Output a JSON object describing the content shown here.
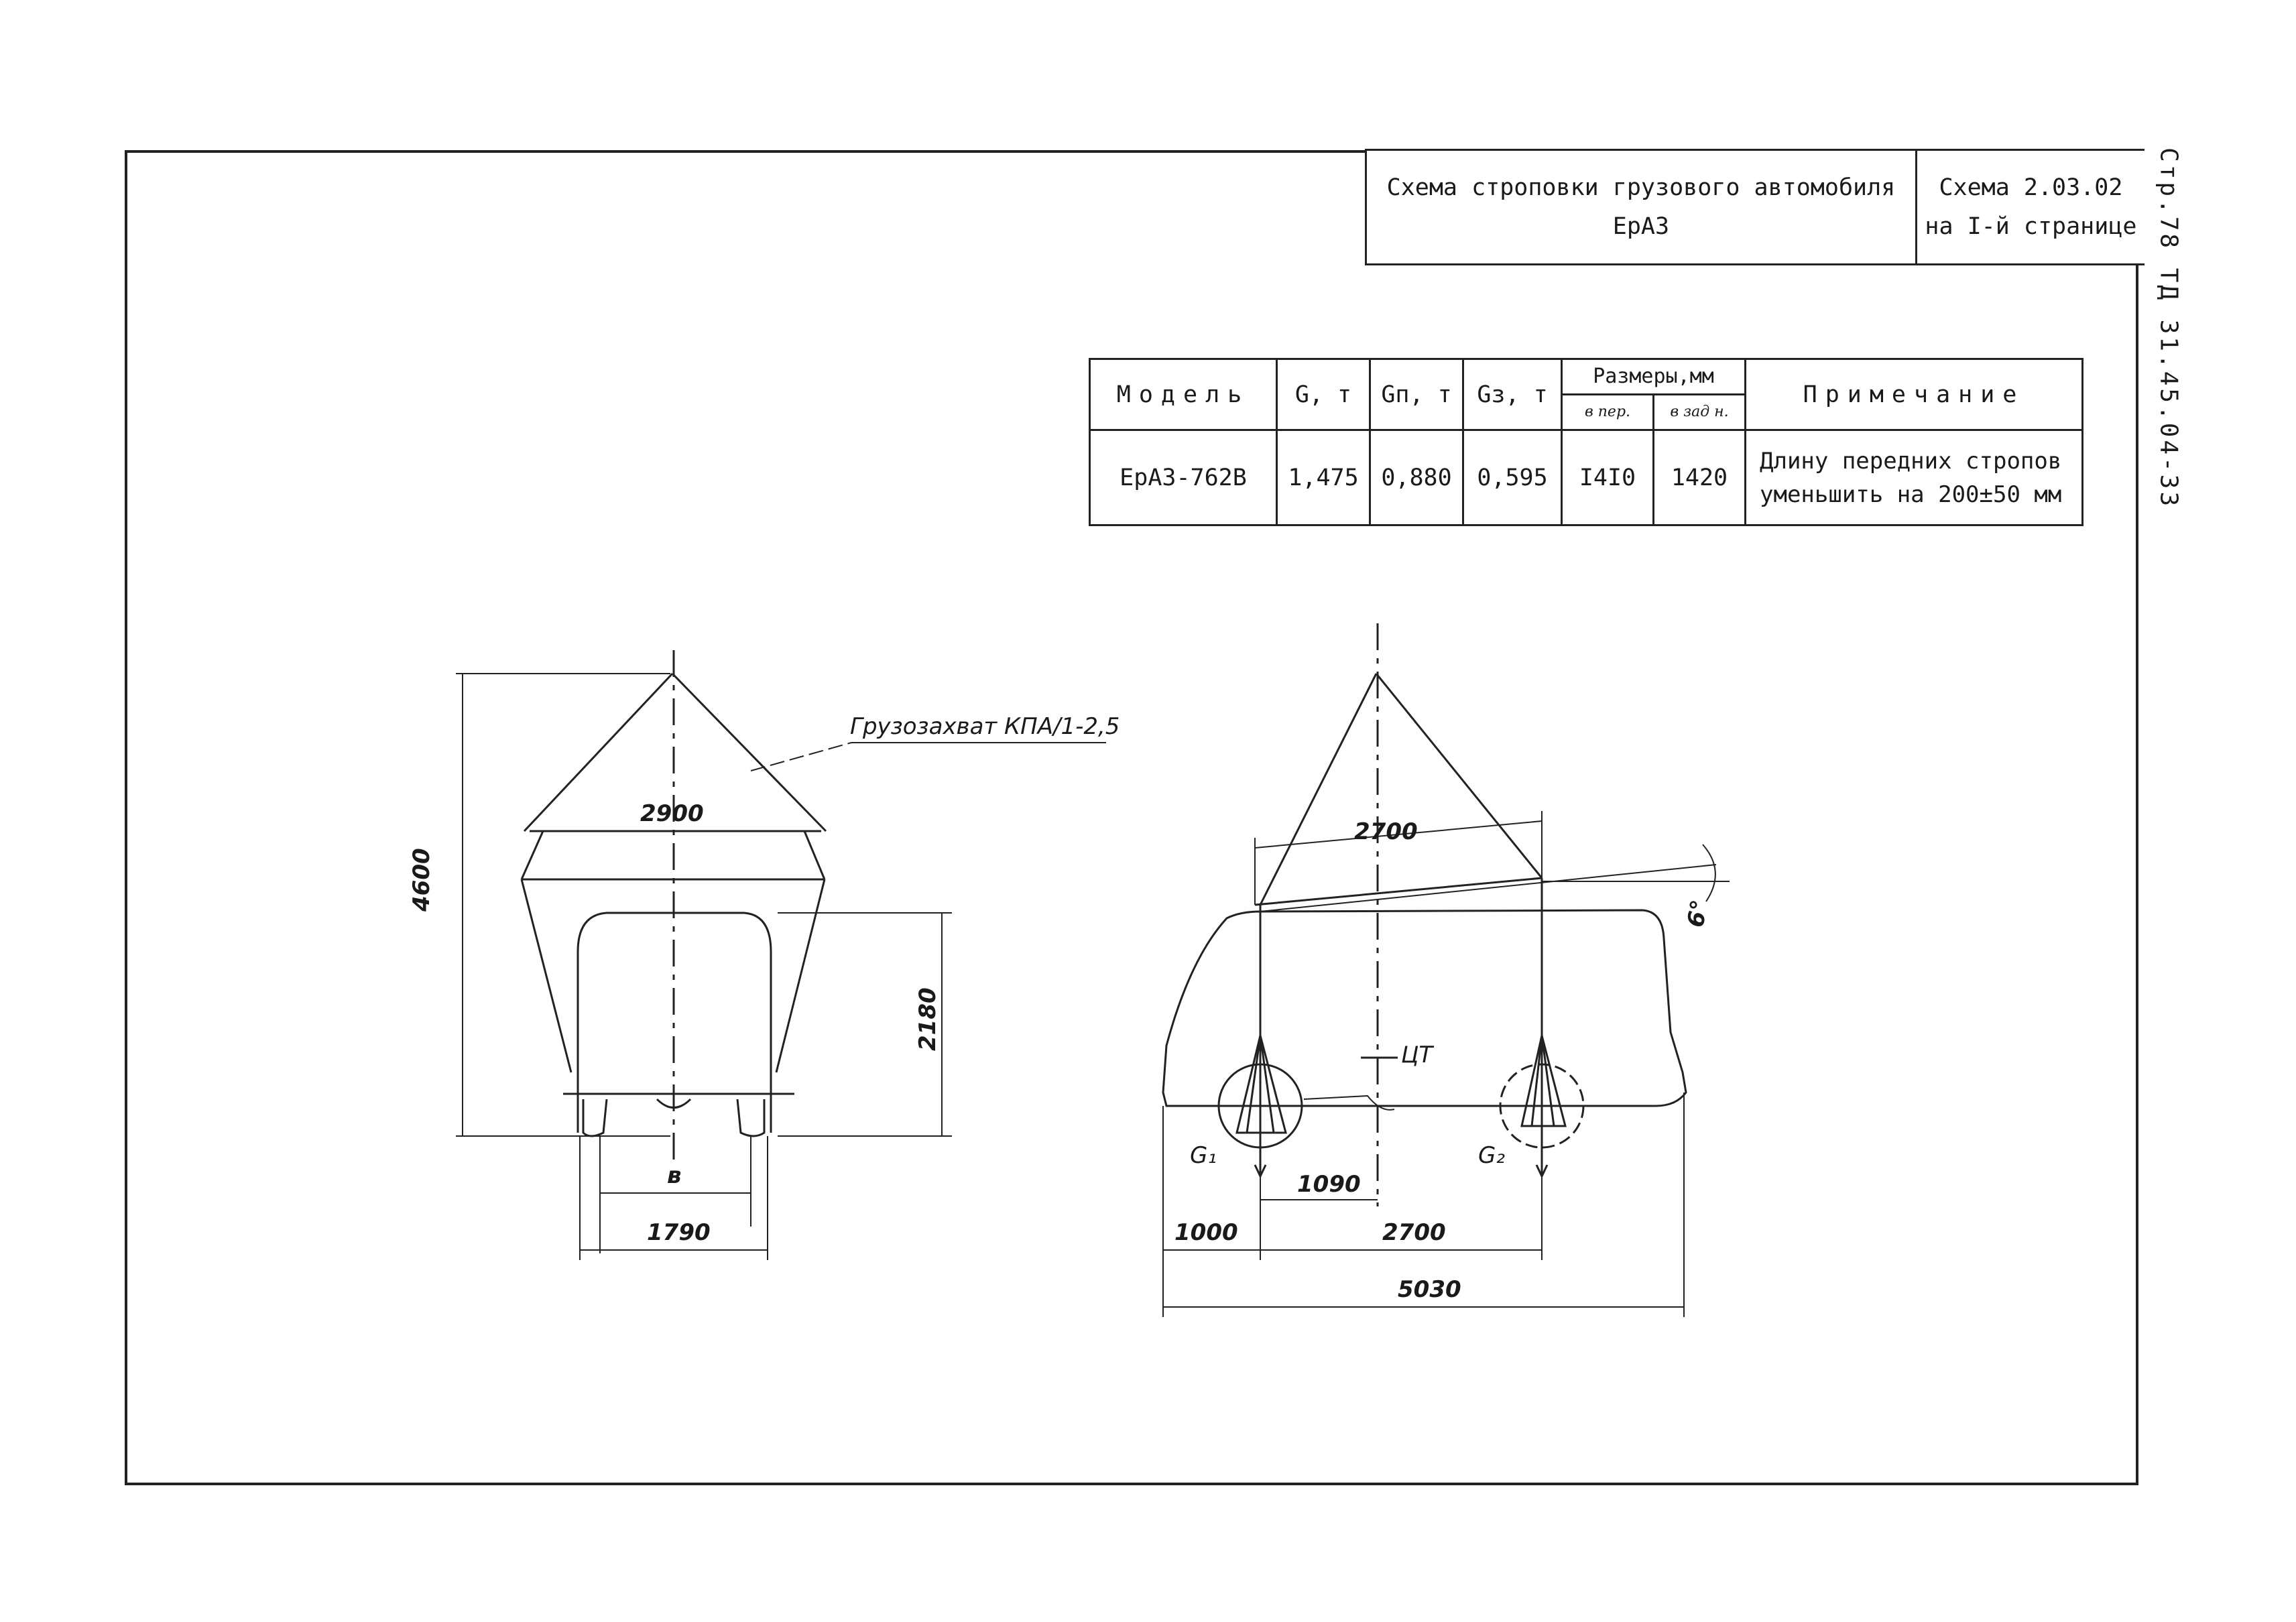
{
  "title_block": {
    "title_line1": "Схема строповки грузового автомобиля",
    "title_line2": "ЕрАЗ",
    "ref_line1": "Схема 2.03.02",
    "ref_line2": "на I-й странице"
  },
  "side_stamp": "Стр.78 ТД 31.45.04-33",
  "table": {
    "headers": {
      "model": "Модель",
      "g": "G, т",
      "gp": "Gп, т",
      "gz": "Gз, т",
      "sizes": "Размеры,мм",
      "note": "Примечание"
    },
    "subheaders": {
      "front": "в пер.",
      "rear": "в зад н."
    },
    "row": {
      "model": "ЕрАЗ-762В",
      "g": "1,475",
      "gp": "0,880",
      "gz": "0,595",
      "front": "I4I0",
      "rear": "1420",
      "note_line1": "Длину передних стропов",
      "note_line2": "уменьшить на 200±50 мм"
    }
  },
  "front_view": {
    "dim_height_total": "4600",
    "dim_frame_width": "2900",
    "dim_body_height": "2180",
    "dim_b": "в",
    "dim_track": "1790",
    "gripper_label": "Грузозахват КПА/1-2,5"
  },
  "side_view": {
    "dim_frame_width": "2700",
    "angle": "6°",
    "cg_label": "ЦТ",
    "g1_label": "G₁",
    "g2_label": "G₂",
    "dim_cg_offset": "1090",
    "dim_front_overhang": "1000",
    "dim_wheelbase": "2700",
    "dim_length": "5030"
  }
}
